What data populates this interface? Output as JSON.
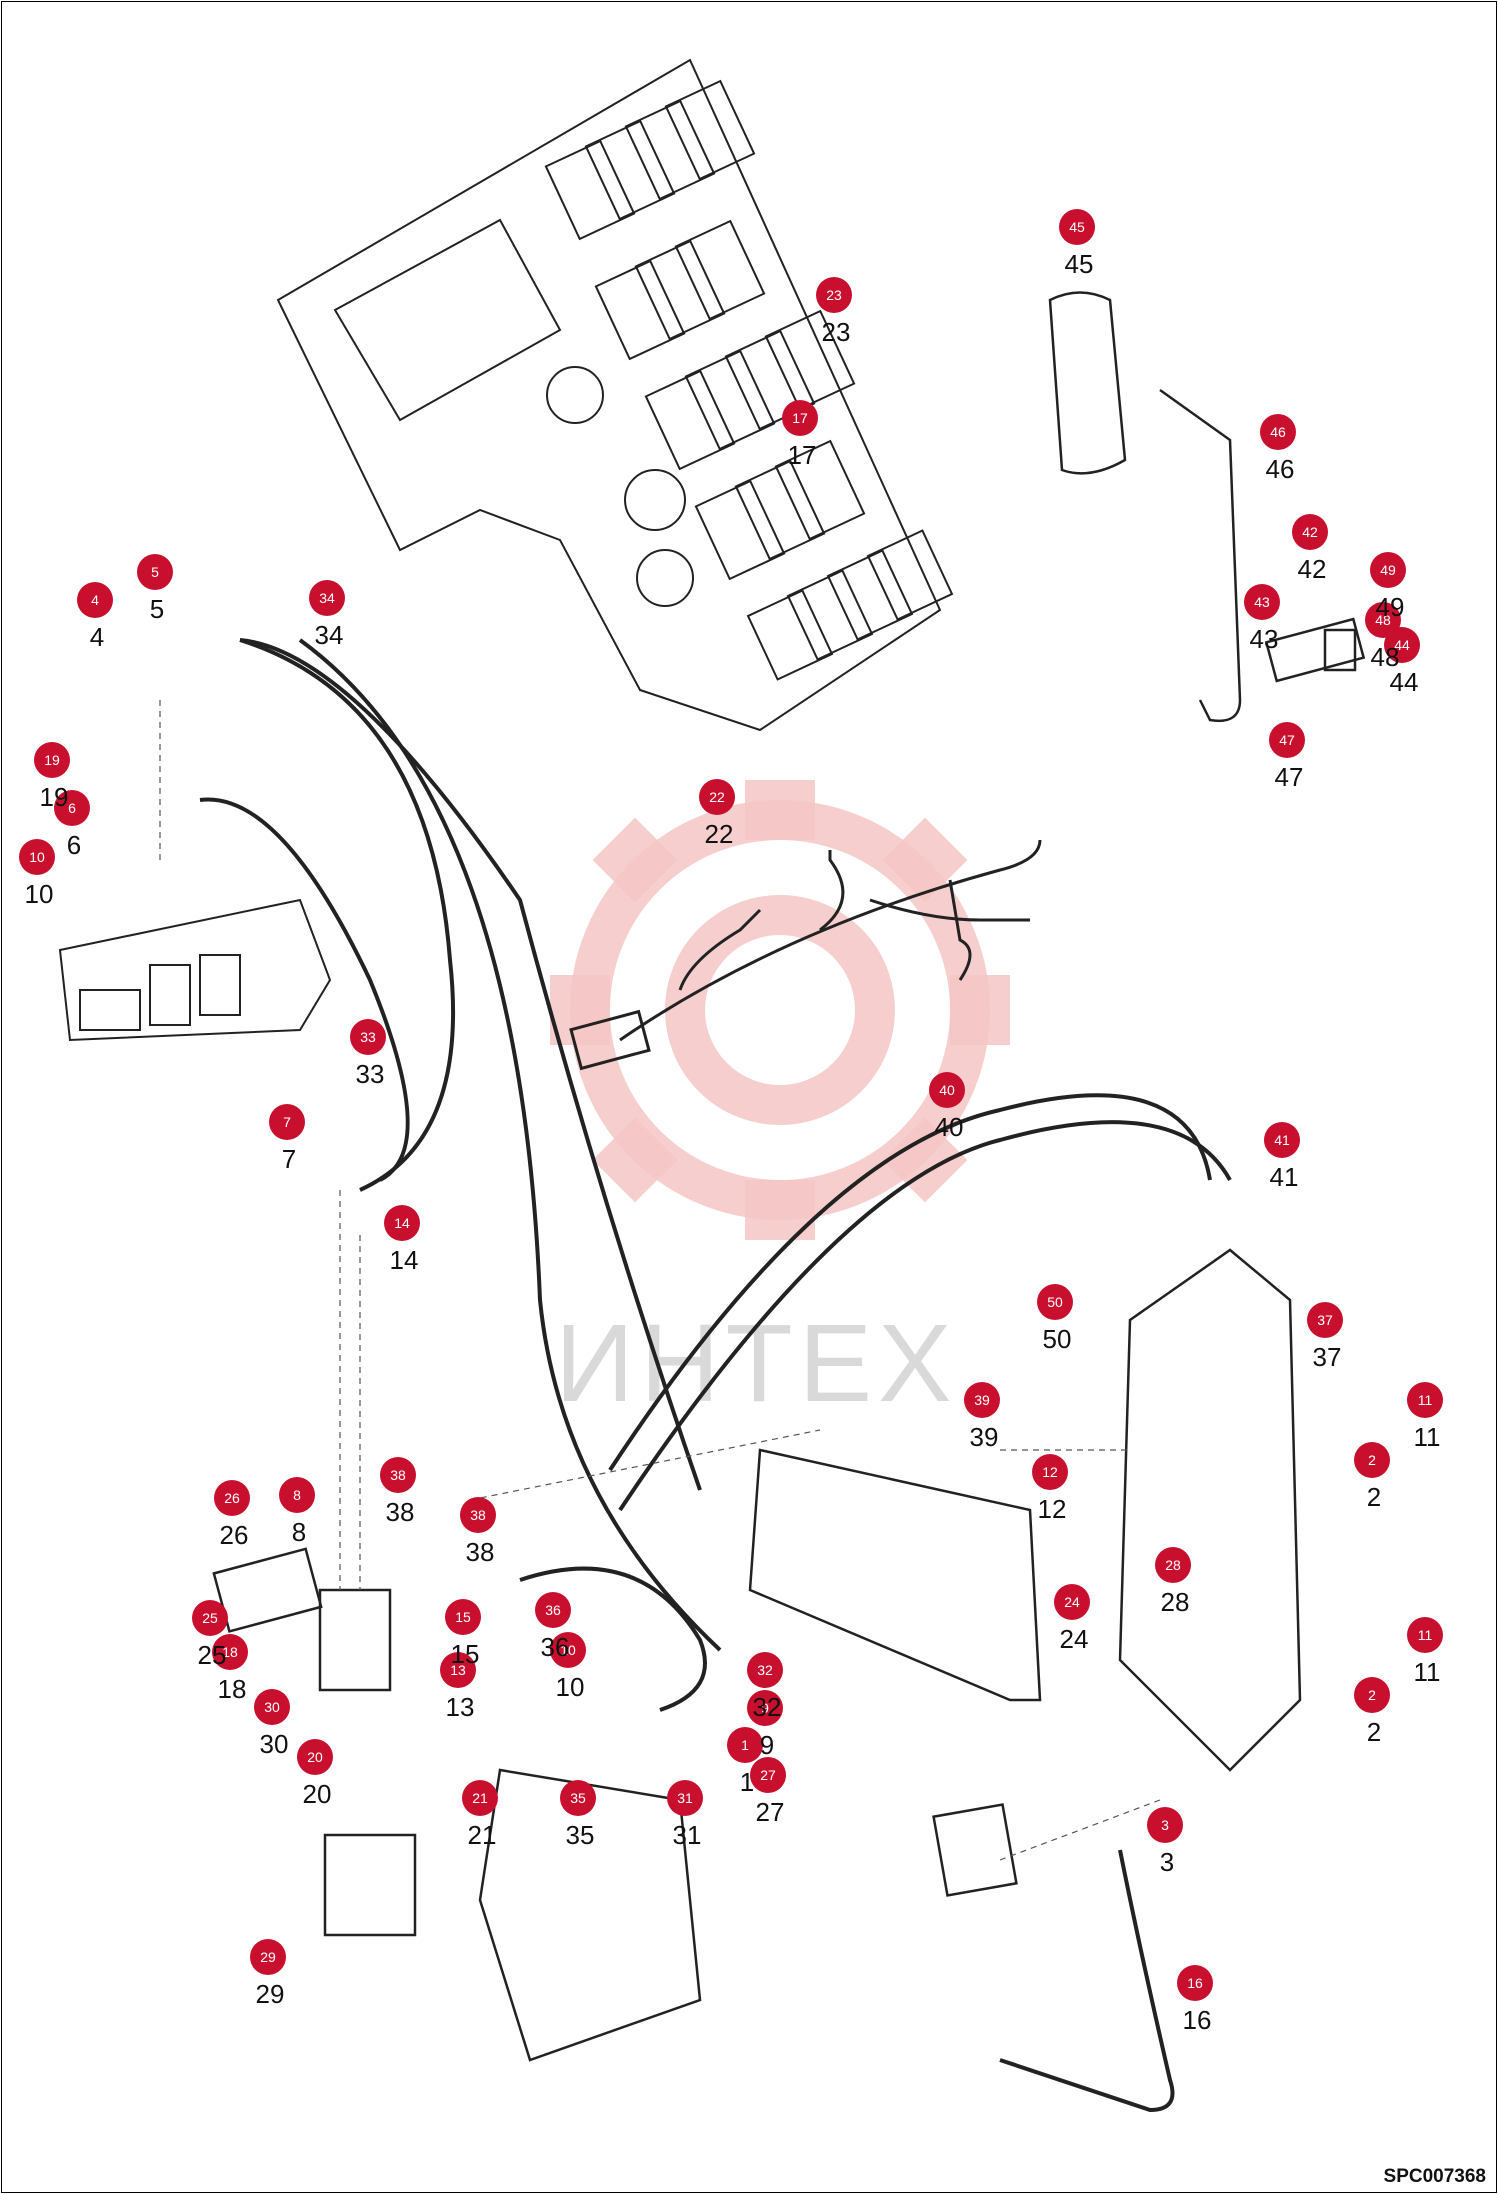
{
  "watermark": {
    "text": "ИНТЕХ",
    "color": "#f6c6c6"
  },
  "image_code": "SPC007368",
  "accent_color": "#c8102e",
  "callouts": [
    {
      "n": "1"
    },
    {
      "n": "2"
    },
    {
      "n": "2"
    },
    {
      "n": "3"
    },
    {
      "n": "4"
    },
    {
      "n": "5"
    },
    {
      "n": "6"
    },
    {
      "n": "7"
    },
    {
      "n": "8"
    },
    {
      "n": "9"
    },
    {
      "n": "10"
    },
    {
      "n": "10"
    },
    {
      "n": "11"
    },
    {
      "n": "11"
    },
    {
      "n": "12"
    },
    {
      "n": "13"
    },
    {
      "n": "14"
    },
    {
      "n": "15"
    },
    {
      "n": "16"
    },
    {
      "n": "17"
    },
    {
      "n": "18"
    },
    {
      "n": "19"
    },
    {
      "n": "20"
    },
    {
      "n": "21"
    },
    {
      "n": "22"
    },
    {
      "n": "23"
    },
    {
      "n": "24"
    },
    {
      "n": "25"
    },
    {
      "n": "26"
    },
    {
      "n": "27"
    },
    {
      "n": "28"
    },
    {
      "n": "29"
    },
    {
      "n": "30"
    },
    {
      "n": "31"
    },
    {
      "n": "32"
    },
    {
      "n": "33"
    },
    {
      "n": "34"
    },
    {
      "n": "35"
    },
    {
      "n": "36"
    },
    {
      "n": "37"
    },
    {
      "n": "38"
    },
    {
      "n": "38"
    },
    {
      "n": "39"
    },
    {
      "n": "40"
    },
    {
      "n": "41"
    },
    {
      "n": "42"
    },
    {
      "n": "43"
    },
    {
      "n": "44"
    },
    {
      "n": "45"
    },
    {
      "n": "46"
    },
    {
      "n": "47"
    },
    {
      "n": "48"
    },
    {
      "n": "49"
    },
    {
      "n": "50"
    }
  ]
}
